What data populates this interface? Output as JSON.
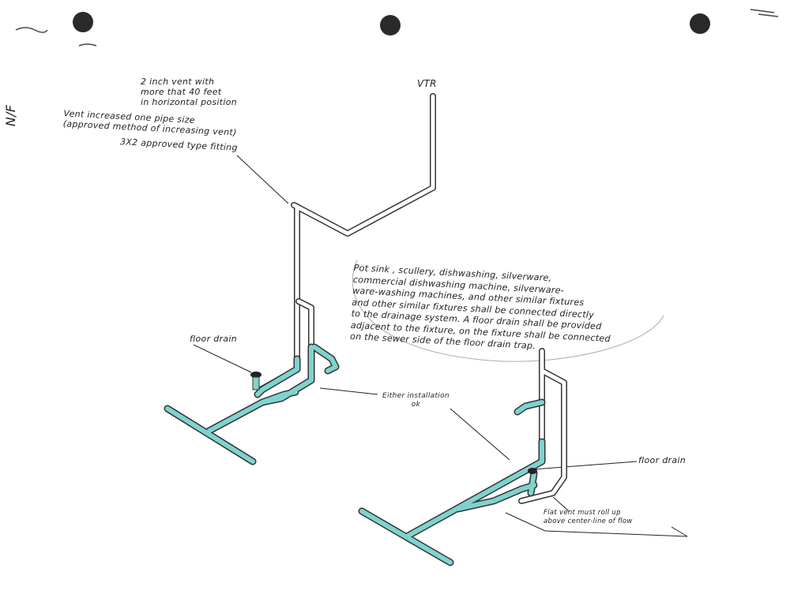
{
  "labels": {
    "vent_note_1": "2 inch vent with\nmore that 40 feet\nin horizontal position",
    "vent_note_2": "Vent increased one pipe size\n(approved method of increasing vent)",
    "vent_note_3": "3X2 approved type fitting",
    "vtr": "VTR",
    "floor_drain_left": "floor drain",
    "either_installation": "Either installation\nok",
    "floor_drain_right": "floor drain",
    "flat_vent": "Flat vent must roll up\nabove center-line of flow",
    "margin_mark": "N/F",
    "code_note": "Pot sink , scullery, dishwashing, silverware,\ncommercial dishwashing machine, silverware-\nware-washing machines, and other similar fixtures\nand other similar fixtures shall be connected directly\nto the drainage system. A floor drain shall be provided\nadjacent to the fixture, on the fixture shall be connected\non the sewer side of the floor drain trap."
  },
  "colors": {
    "drain_pipe": "#7fd3cf",
    "vent_pipe": "#ffffff",
    "outline": "#333333",
    "hole_punch": "#2a2a2a"
  }
}
